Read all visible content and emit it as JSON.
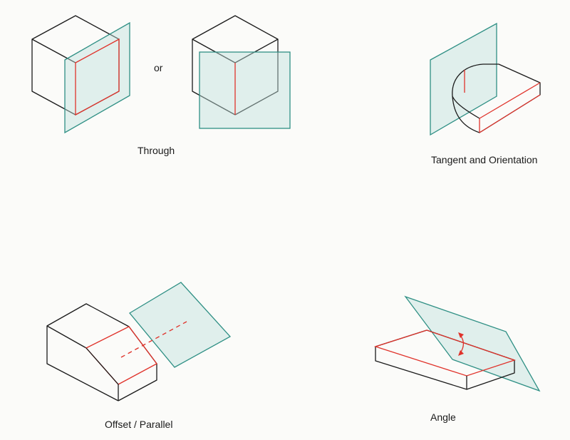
{
  "labels": {
    "or": "or",
    "through": "Through",
    "tangent": "Tangent and Orientation",
    "offset": "Offset / Parallel",
    "angle": "Angle"
  },
  "colors": {
    "edge": "#1a1a1a",
    "highlight": "#e0322a",
    "plane_stroke": "#2e8f84",
    "plane_fill": "#bfe1dc"
  }
}
